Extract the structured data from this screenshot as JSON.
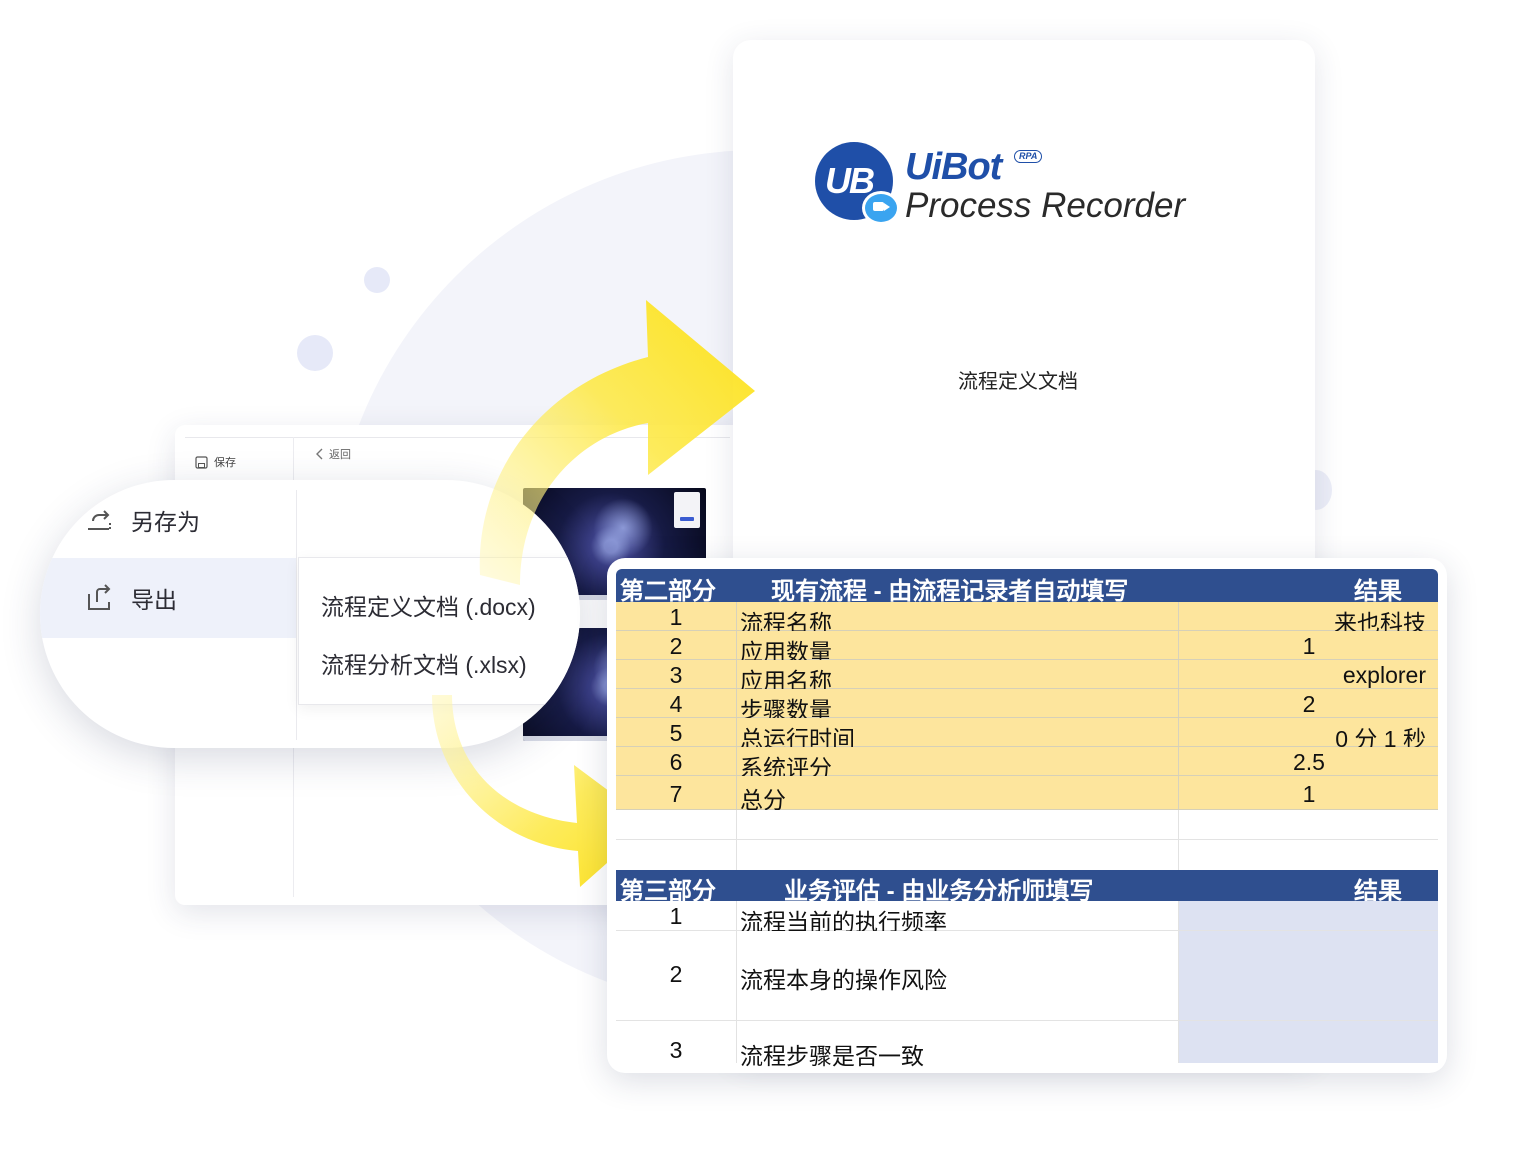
{
  "app": {
    "save_label": "保存",
    "back_label": "返回"
  },
  "menu": {
    "save_as_label": "另存为",
    "export_label": "导出",
    "submenu": {
      "docx_label": "流程定义文档 (.docx)",
      "xlsx_label": "流程分析文档 (.xlsx)"
    }
  },
  "document": {
    "brand_name": "UiBot",
    "brand_badge": "RPA",
    "logo_text": "UB",
    "product_name": "Process Recorder",
    "title": "流程定义文档"
  },
  "sheet": {
    "section2": {
      "header_left": "第二部分",
      "header_mid": "现有流程 - 由流程记录者自动填写",
      "header_right": "结果",
      "rows": [
        {
          "num": "1",
          "name": "流程名称",
          "value": "来也科技"
        },
        {
          "num": "2",
          "name": "应用数量",
          "value": "1"
        },
        {
          "num": "3",
          "name": "应用名称",
          "value": "explorer"
        },
        {
          "num": "4",
          "name": "步骤数量",
          "value": "2"
        },
        {
          "num": "5",
          "name": "总运行时间",
          "value": "0 分 1 秒"
        },
        {
          "num": "6",
          "name": "系统评分",
          "value": "2.5"
        },
        {
          "num": "7",
          "name": "总分",
          "value": "1"
        }
      ]
    },
    "section3": {
      "header_left": "第三部分",
      "header_mid": "业务评估 - 由业务分析师填写",
      "header_right": "结果",
      "rows": [
        {
          "num": "1",
          "name": "流程当前的执行频率"
        },
        {
          "num": "2",
          "name": "流程本身的操作风险"
        },
        {
          "num": "3",
          "name": "流程步骤是否一致"
        }
      ]
    }
  },
  "colors": {
    "header_blue": "#2f4f8f",
    "highlight_yellow": "#fde59d",
    "result_blue": "#dde2f2",
    "brand_blue": "#1f4fa8",
    "arrow_yellow": "#fde22a"
  },
  "icons": [
    "save-icon",
    "back-chevron-icon",
    "save-as-icon",
    "export-icon",
    "camera-icon"
  ]
}
